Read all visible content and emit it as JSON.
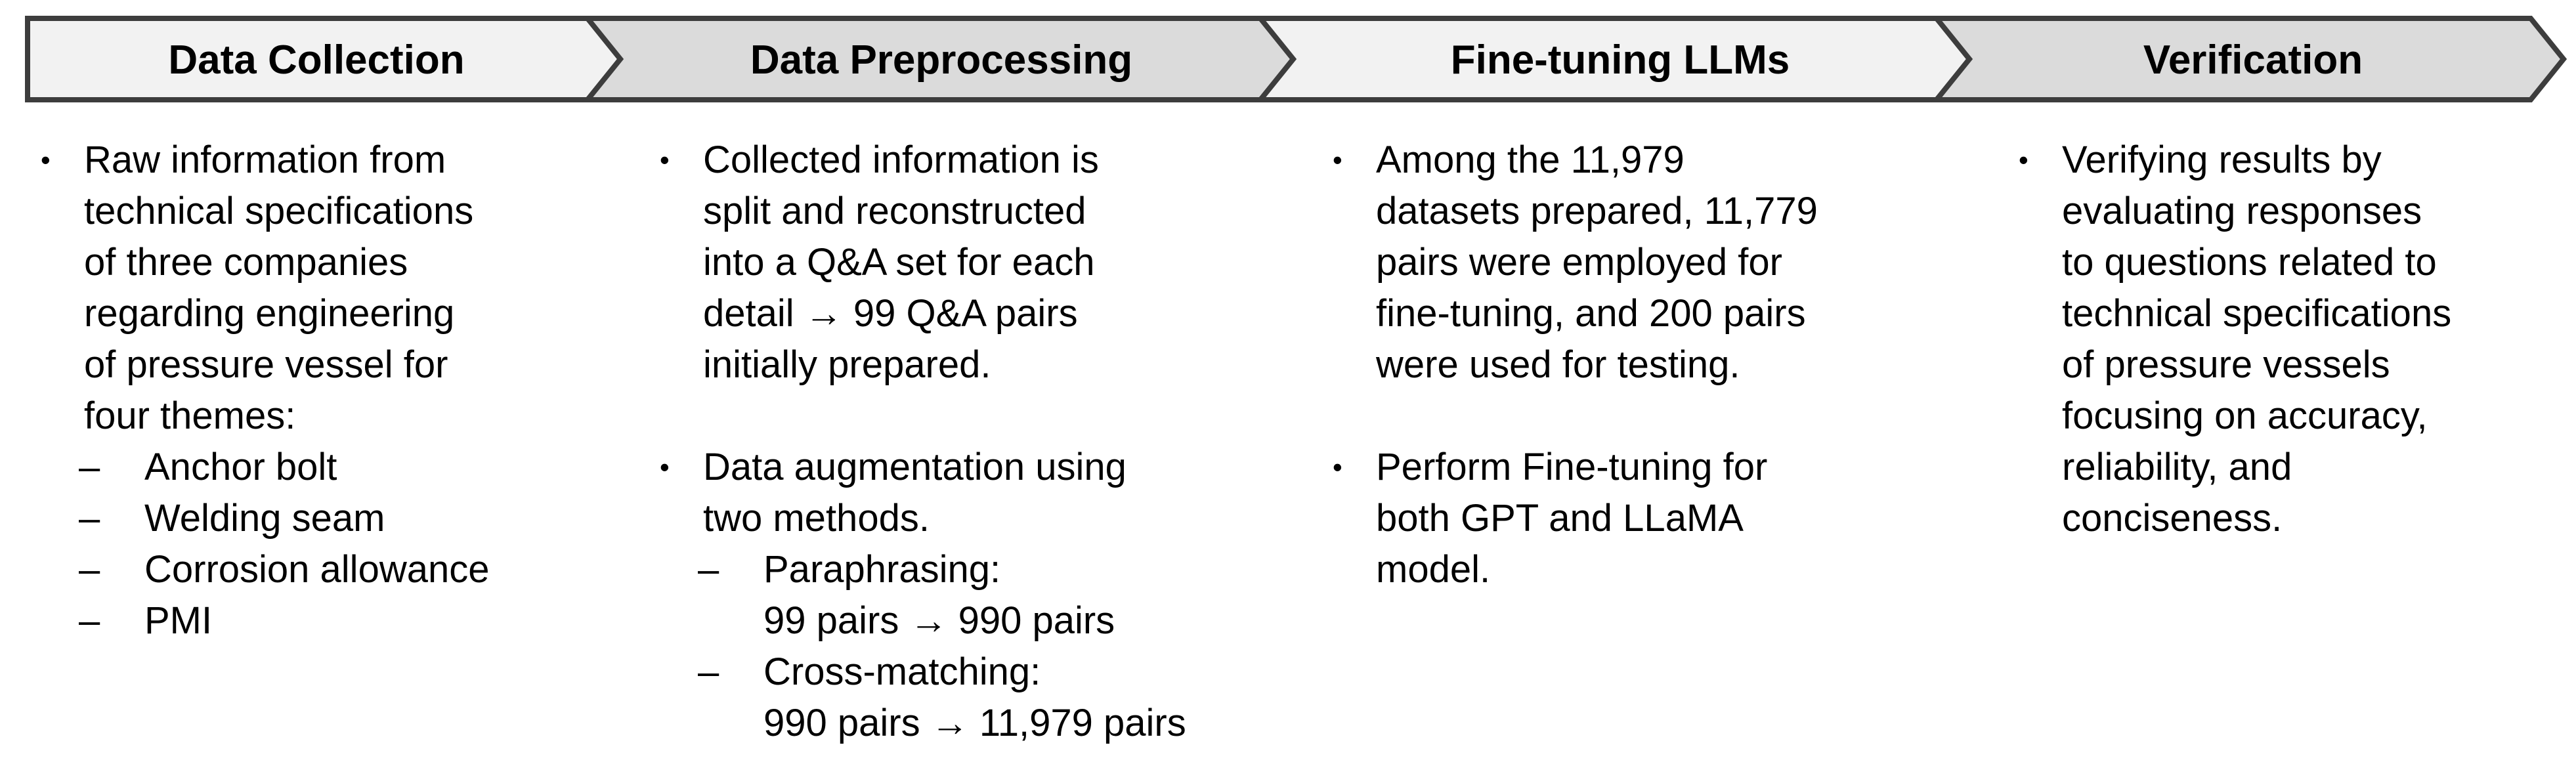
{
  "markers": {
    "bullet": "•",
    "dash": "–"
  },
  "colors": {
    "background": "#ffffff",
    "text": "#000000",
    "border": "#3d3d3d",
    "light_fill": "#f2f2f2",
    "gray_fill": "#dbdbdb"
  },
  "stages": [
    {
      "title": "Data Collection",
      "fill": "#f2f2f2",
      "items": [
        {
          "marker": "bullet",
          "lines": [
            "Raw information from",
            "technical specifications",
            "of three companies",
            "regarding engineering",
            "of pressure vessel for",
            "four themes:"
          ]
        },
        {
          "marker": "dash",
          "lines": [
            "Anchor bolt"
          ]
        },
        {
          "marker": "dash",
          "lines": [
            "Welding seam"
          ]
        },
        {
          "marker": "dash",
          "lines": [
            "Corrosion allowance"
          ]
        },
        {
          "marker": "dash",
          "lines": [
            "PMI"
          ]
        }
      ]
    },
    {
      "title": "Data Preprocessing",
      "fill": "#dbdbdb",
      "items": [
        {
          "marker": "bullet",
          "lines": [
            "Collected information is",
            "split and reconstructed",
            "into a Q&A set for each",
            "detail → 99 Q&A pairs",
            "initially prepared."
          ]
        },
        {
          "marker": "bullet",
          "lines": [
            "Data augmentation using",
            "two methods."
          ]
        },
        {
          "marker": "dash",
          "lines": [
            "Paraphrasing:",
            "99 pairs → 990 pairs"
          ]
        },
        {
          "marker": "dash",
          "lines": [
            "Cross-matching:",
            "990 pairs → 11,979 pairs"
          ]
        }
      ]
    },
    {
      "title": "Fine-tuning LLMs",
      "fill": "#f2f2f2",
      "items": [
        {
          "marker": "bullet",
          "lines": [
            "Among the 11,979",
            "datasets prepared, 11,779",
            "pairs were employed for",
            "fine-tuning, and 200 pairs",
            "were used for testing."
          ]
        },
        {
          "marker": "bullet",
          "lines": [
            "Perform Fine-tuning for",
            "both GPT and LLaMA",
            "model."
          ]
        }
      ]
    },
    {
      "title": "Verification",
      "fill": "#dbdbdb",
      "items": [
        {
          "marker": "bullet",
          "lines": [
            "Verifying results by",
            "evaluating responses",
            "to questions related to",
            "technical specifications",
            "of pressure vessels",
            "focusing on accuracy,",
            "reliability, and",
            "conciseness."
          ]
        }
      ]
    }
  ]
}
